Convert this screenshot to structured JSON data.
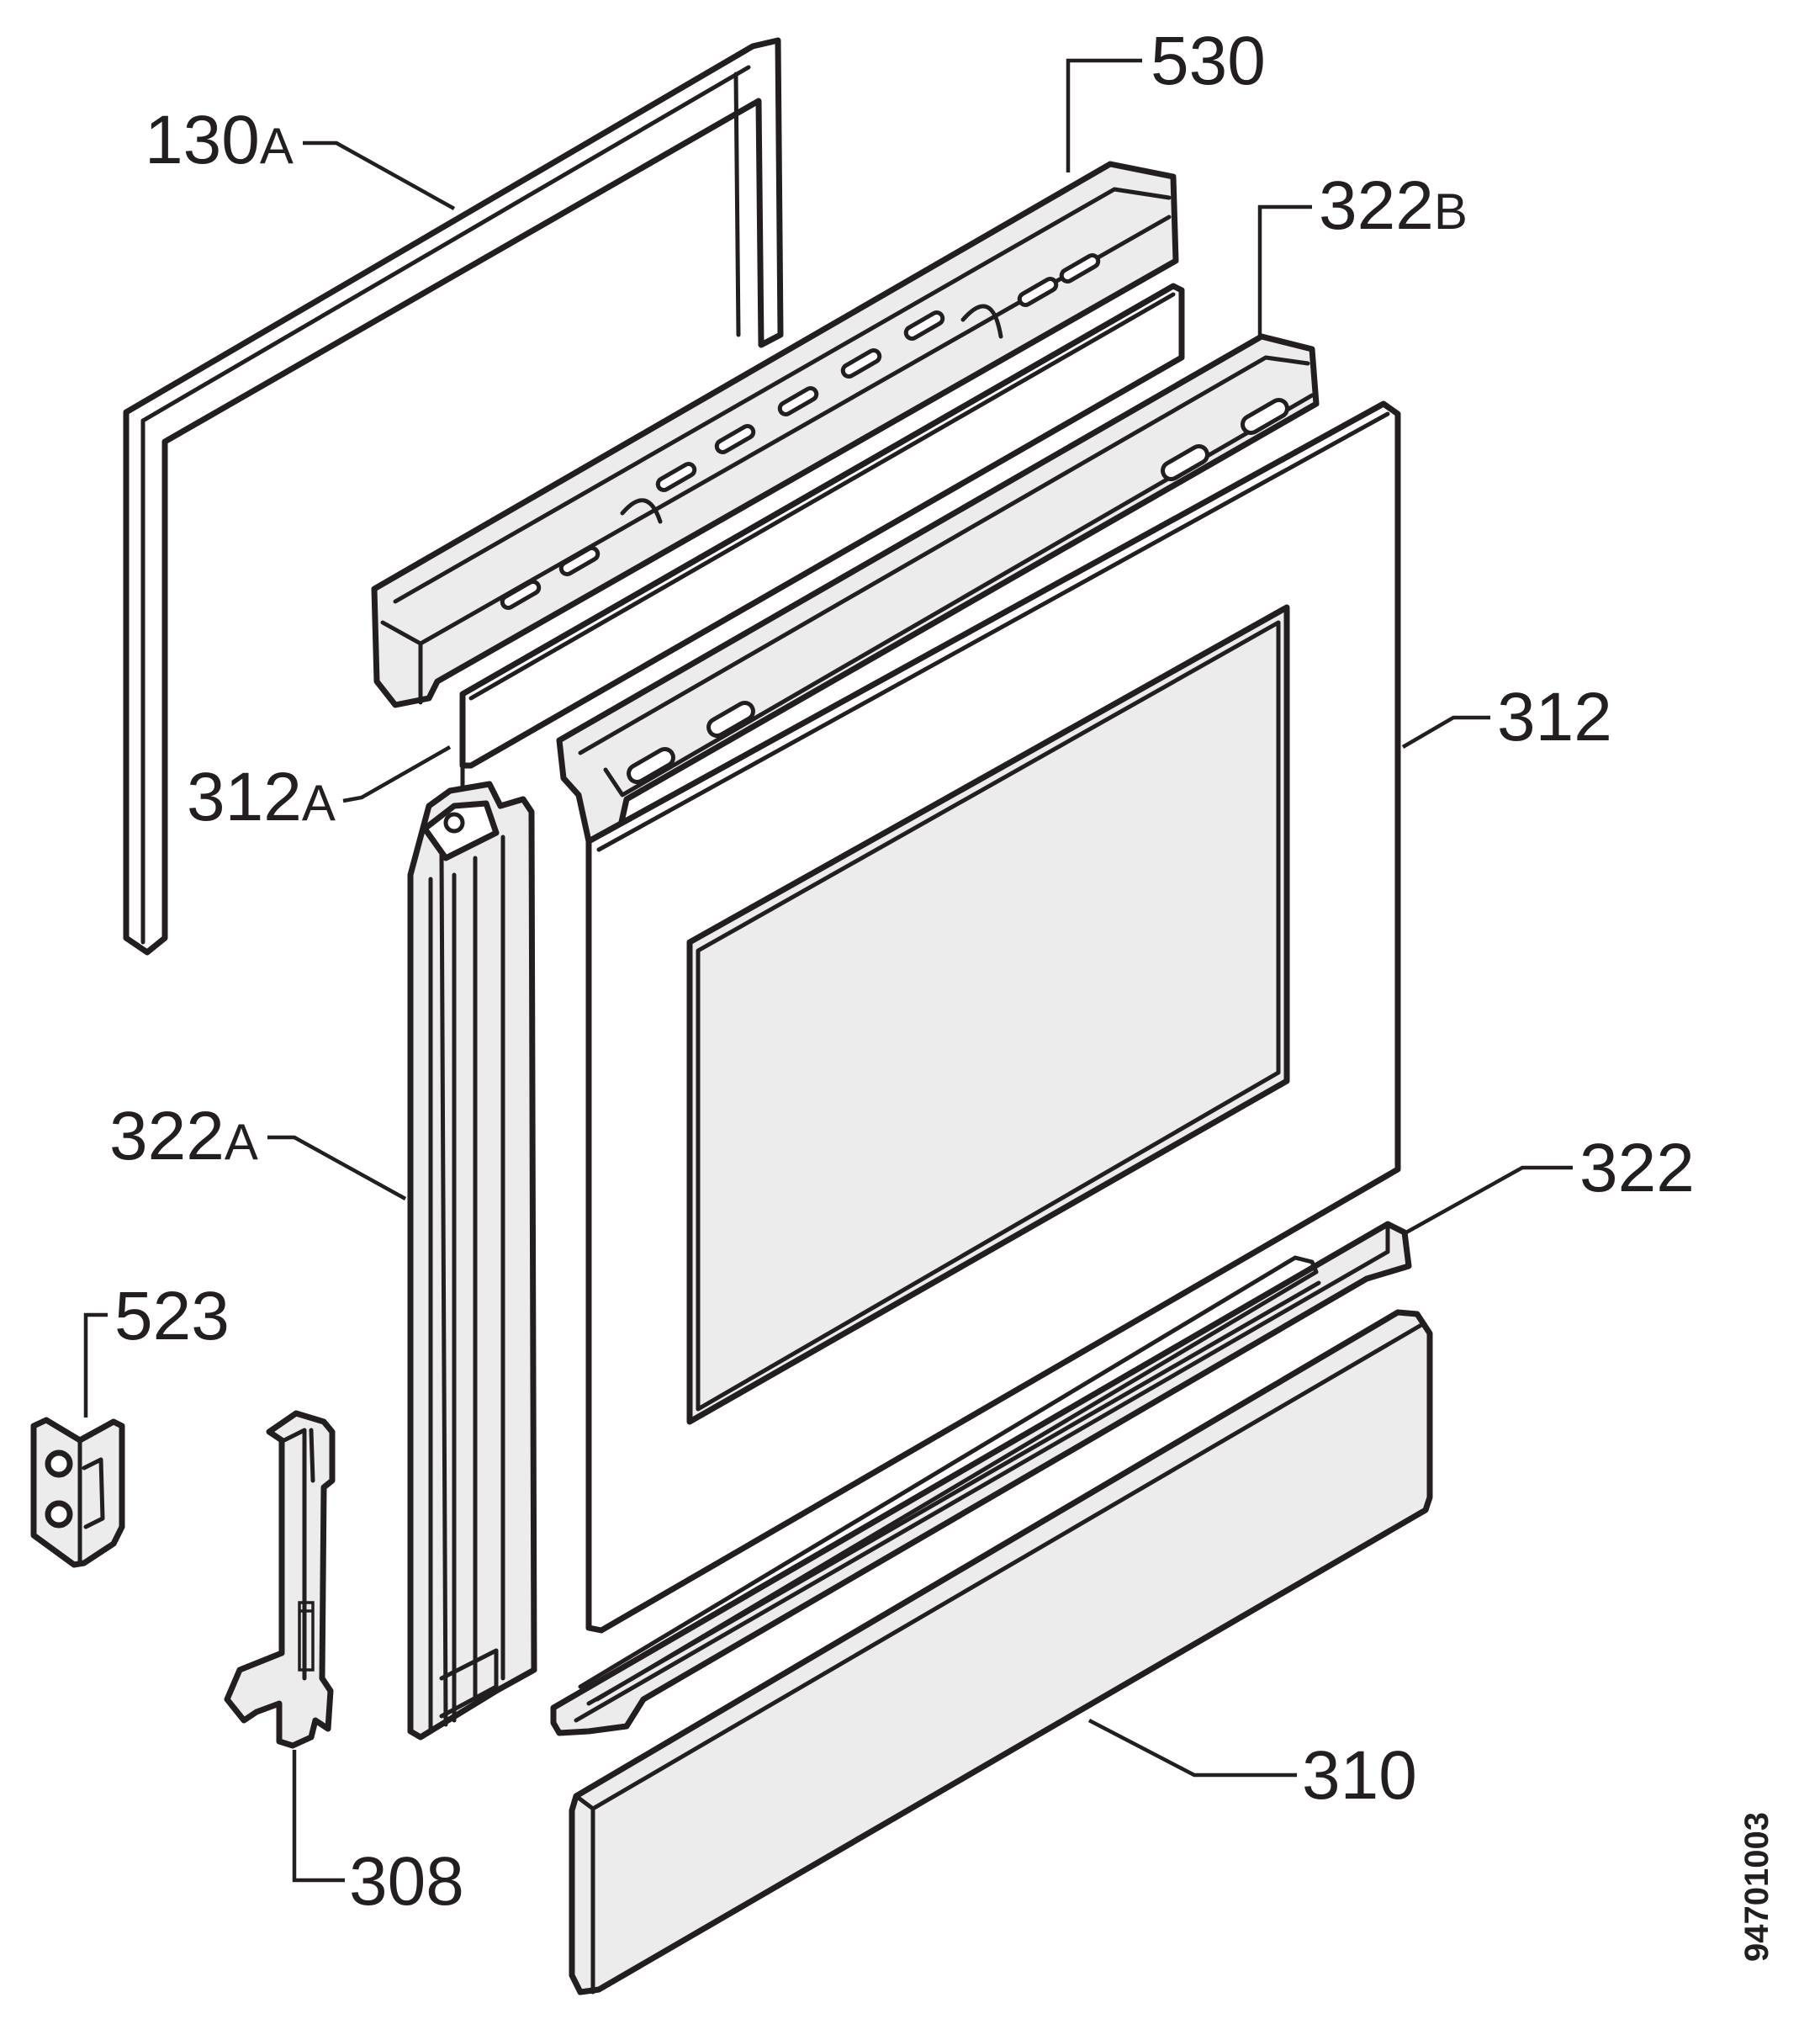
{
  "diagram": {
    "colors": {
      "ink": "#231f20",
      "part_fill": "#ececec",
      "background": "#ffffff"
    },
    "labels": {
      "p130a": {
        "num": "130",
        "suffix": "A"
      },
      "p530": {
        "num": "530",
        "suffix": ""
      },
      "p322b": {
        "num": "322",
        "suffix": "B"
      },
      "p312a": {
        "num": "312",
        "suffix": "A"
      },
      "p312": {
        "num": "312",
        "suffix": ""
      },
      "p322a": {
        "num": "322",
        "suffix": "A"
      },
      "p322": {
        "num": "322",
        "suffix": ""
      },
      "p523": {
        "num": "523",
        "suffix": ""
      },
      "p310": {
        "num": "310",
        "suffix": ""
      },
      "p308": {
        "num": "308",
        "suffix": ""
      }
    },
    "drawing_code": "94701003"
  }
}
